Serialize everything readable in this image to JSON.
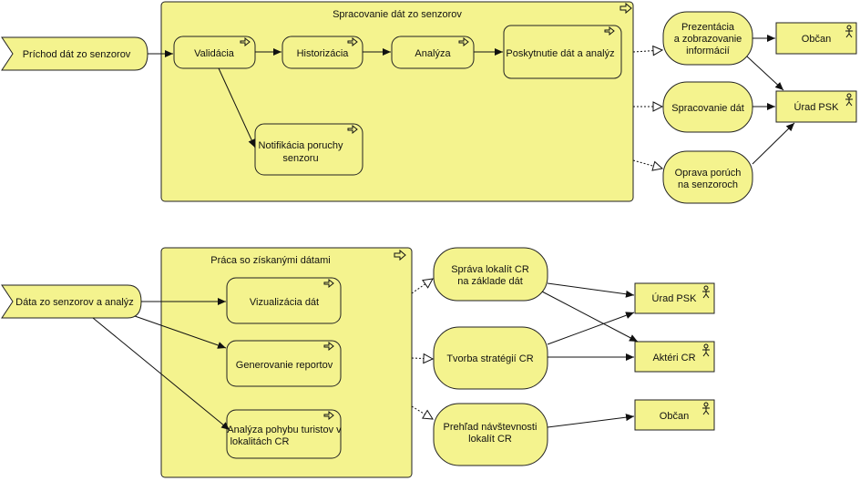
{
  "diagram": {
    "top_container": {
      "title": "Spracovanie dát zo senzorov"
    },
    "bottom_container": {
      "title": "Práca so získanými dátami"
    },
    "events": {
      "sensor_input": "Príchod dát zo senzorov",
      "data_input": "Dáta zo senzorov a analýz"
    },
    "processes": {
      "validacia": "Validácia",
      "historizacia": "Historizácia",
      "analyza": "Analýza",
      "poskytnutie": "Poskytnutie dát a analýz",
      "notifikacia": [
        "Notifikácia poruchy",
        "senzoru"
      ],
      "vizualizacia": "Vizualizácia dát",
      "generovanie": "Generovanie reportov",
      "analyza_pohybu": [
        "Analýza pohybu turistov v",
        "lokalitách CR"
      ]
    },
    "services": {
      "prezentacia": [
        "Prezentácia",
        "a zobrazovanie",
        "informácií"
      ],
      "spracovanie": "Spracovanie dát",
      "oprava": [
        "Oprava porúch",
        "na senzoroch"
      ],
      "sprava": [
        "Správa lokalít CR",
        "na základe dát"
      ],
      "tvorba": "Tvorba stratégií CR",
      "prehlad": [
        "Prehľad návštevnosti",
        "lokalít CR"
      ]
    },
    "actors": {
      "obcan_top": "Občan",
      "urad_top": "Úrad PSK",
      "urad_bottom": "Úrad PSK",
      "akteri_bottom": "Aktéri CR",
      "obcan_bottom": "Občan"
    }
  }
}
